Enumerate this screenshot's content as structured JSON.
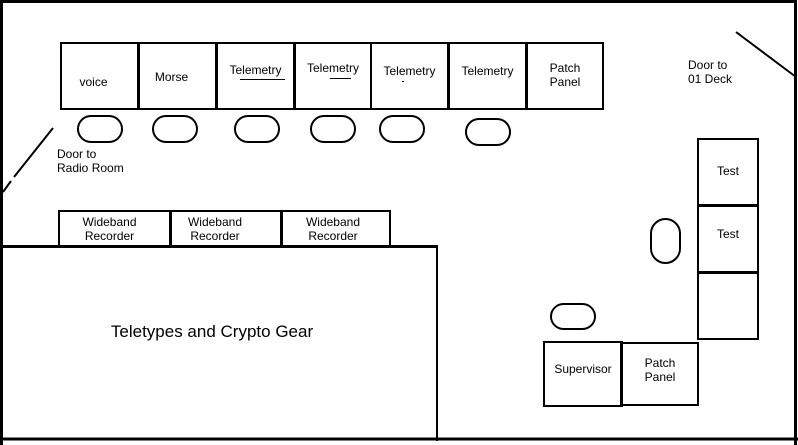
{
  "diagram": {
    "title": "Radio room floor plan",
    "console_row": [
      {
        "id": "voice",
        "label": "voice"
      },
      {
        "id": "morse",
        "label": "Morse"
      },
      {
        "id": "telemetry-1",
        "label": "Telemetry"
      },
      {
        "id": "telemetry-2",
        "label": "Telemetry"
      },
      {
        "id": "telemetry-3",
        "label": "Telemetry"
      },
      {
        "id": "telemetry-4",
        "label": "Telemetry"
      },
      {
        "id": "patch-panel-top",
        "label": "Patch\nPanel"
      }
    ],
    "recorders": [
      {
        "label": "Wideband\nRecorder"
      },
      {
        "label": "Wideband\nRecorder"
      },
      {
        "label": "Wideband\nRecorder"
      }
    ],
    "teletype_area": {
      "label": "Teletypes and Crypto Gear"
    },
    "test_stack": [
      {
        "label": "Test"
      },
      {
        "label": "Test"
      },
      {
        "label": ""
      }
    ],
    "supervisor": {
      "label": "Supervisor"
    },
    "patch_panel_bottom": {
      "label": "Patch\nPanel"
    },
    "doors": {
      "radio_room": "Door to\nRadio Room",
      "deck": "Door to\n01 Deck"
    },
    "colors": {
      "line": "#000000",
      "background": "#ffffff"
    }
  }
}
